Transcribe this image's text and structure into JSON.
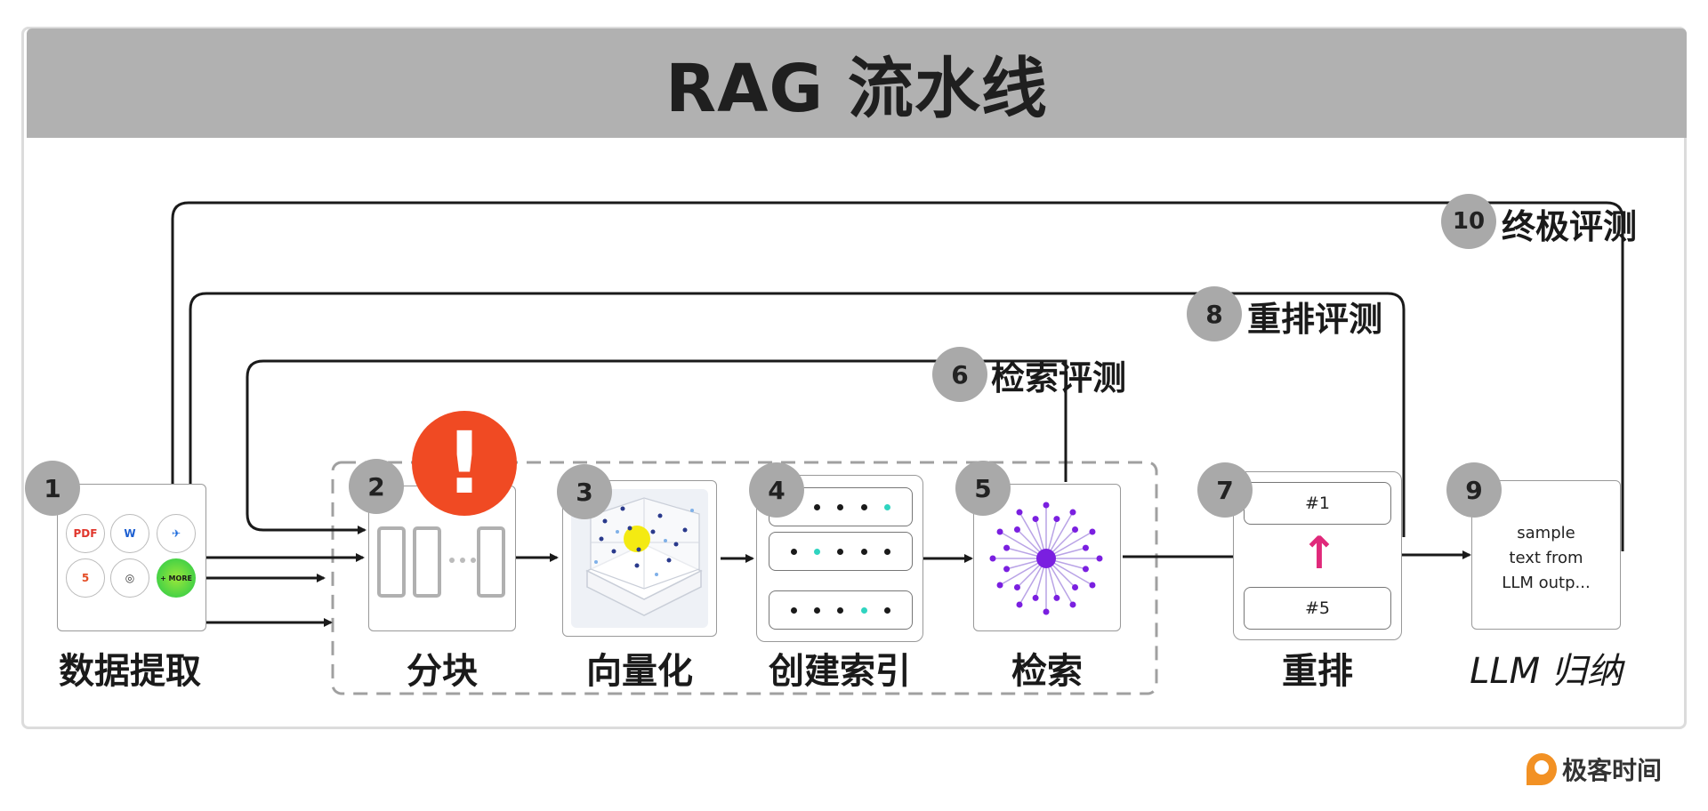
{
  "title": "RAG 流水线",
  "steps": [
    {
      "num": "1",
      "label": "数据提取"
    },
    {
      "num": "2",
      "label": "分块"
    },
    {
      "num": "3",
      "label": "向量化"
    },
    {
      "num": "4",
      "label": "创建索引"
    },
    {
      "num": "5",
      "label": "检索"
    },
    {
      "num": "7",
      "label": "重排"
    },
    {
      "num": "9",
      "label": "LLM 归纳"
    }
  ],
  "evaluations": [
    {
      "num": "6",
      "label": "检索评测"
    },
    {
      "num": "8",
      "label": "重排评测"
    },
    {
      "num": "10",
      "label": "终极评测"
    }
  ],
  "data_icons": [
    {
      "name": "pdf-icon",
      "text": "PDF",
      "color": "#e0362c"
    },
    {
      "name": "word-icon",
      "text": "W",
      "color": "#1d5fd1"
    },
    {
      "name": "confluence-icon",
      "text": "✈",
      "color": "#1868db"
    },
    {
      "name": "html5-icon",
      "text": "5",
      "color": "#e44d26"
    },
    {
      "name": "notion-icon",
      "text": "◎",
      "color": "#333333"
    },
    {
      "name": "more-icon",
      "text": "+ MORE",
      "color": "#3cc83c"
    }
  ],
  "chunking_alert": "!",
  "rerank": {
    "top": "#1",
    "bottom": "#5",
    "arrow": "↑"
  },
  "llm_output_lines": [
    "sample",
    "text from",
    "LLM outp..."
  ],
  "logo_text": "极客时间",
  "colors": {
    "header": "#b1b1b1",
    "badge": "#a9a9a9",
    "alert": "#f04a23",
    "accent": "#7a1fe0",
    "rerank_arrow": "#e0287a",
    "teal": "#2fd4c0"
  }
}
